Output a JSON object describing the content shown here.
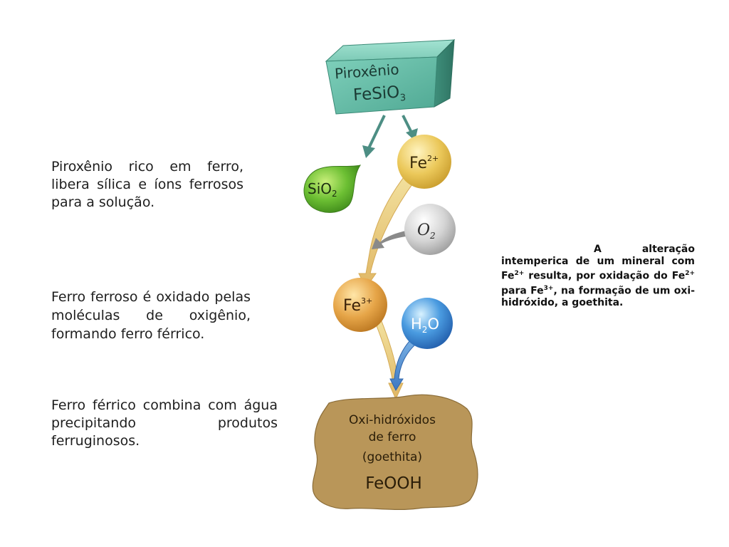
{
  "source_mineral": {
    "name": "Piroxênio",
    "formula_base": "FeSiO",
    "formula_sub": "3"
  },
  "species": {
    "sio2": {
      "base": "SiO",
      "sub": "2"
    },
    "fe2": {
      "base": "Fe",
      "sup": "2+"
    },
    "o2": {
      "base": "O",
      "sub": "2"
    },
    "fe3": {
      "base": "Fe",
      "sup": "3+"
    },
    "h2o": {
      "base": "H",
      "sub": "2",
      "rest": "O"
    }
  },
  "product": {
    "line1": "Oxi-hidróxidos",
    "line2": "de ferro",
    "line3": "(goethita)",
    "formula": "FeOOH"
  },
  "steps": [
    "Piroxênio rico em ferro, libera sílica e íons ferrosos para a solução.",
    "Ferro ferroso é oxidado pelas moléculas de oxigênio, formando ferro férrico.",
    "Ferro férrico combina com água precipitando produtos ferruginosos."
  ],
  "caption": {
    "p1": "A alteração intemperica de um mineral com Fe",
    "sup1": "2+",
    "p2": " resulta, por oxidação do Fe",
    "sup2": "2+",
    "p3": " para Fe",
    "sup3": "3+",
    "p4": ", na formação de um oxi-hidróxido, a goethita."
  },
  "colors": {
    "box": "#5fb8a2",
    "sio2": "#6fbf3a",
    "fe2": "#e8c85a",
    "o2": "#cfcfcf",
    "fe3": "#e6a850",
    "h2o": "#3f8ad6",
    "product": "#b8955a"
  }
}
